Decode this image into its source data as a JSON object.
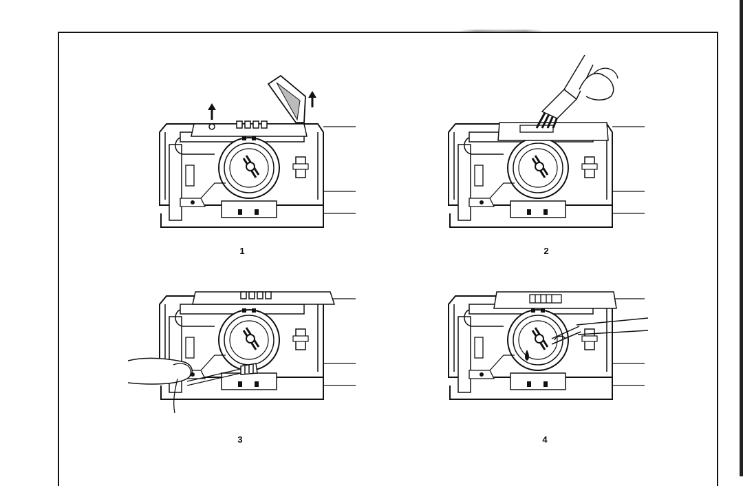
{
  "figures": [
    {
      "number": "1",
      "image": "open-needle-plate-cover"
    },
    {
      "number": "2",
      "image": "brush-feed-dogs"
    },
    {
      "number": "3",
      "image": "clean-hook-race"
    },
    {
      "number": "4",
      "image": "oil-hook"
    }
  ],
  "colors": {
    "line": "#111111",
    "paper": "#ffffff"
  }
}
